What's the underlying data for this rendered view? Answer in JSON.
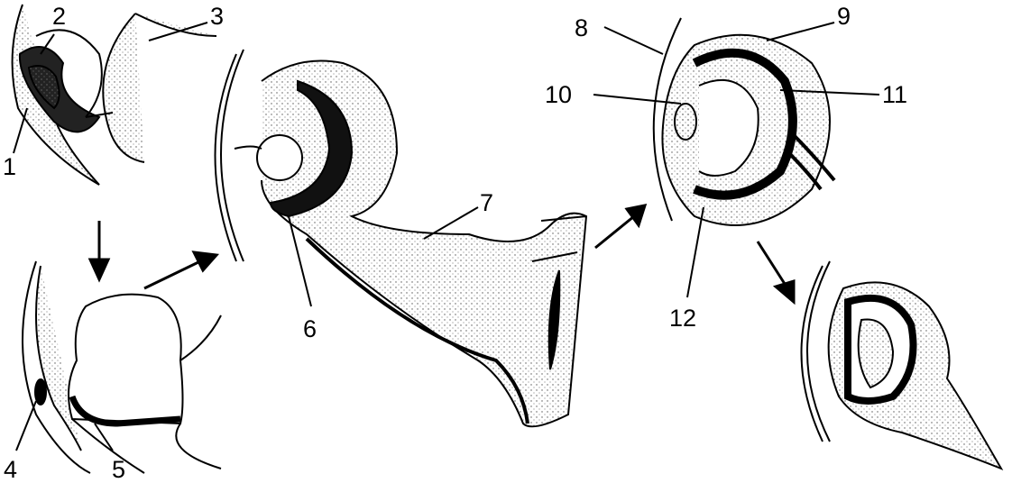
{
  "figure": {
    "labels": [
      "1",
      "2",
      "3",
      "4",
      "5",
      "6",
      "7",
      "8",
      "9",
      "10",
      "11",
      "12"
    ]
  },
  "colors": {
    "ink": "#000000",
    "paper": "#ffffff",
    "shade": "#777777"
  }
}
